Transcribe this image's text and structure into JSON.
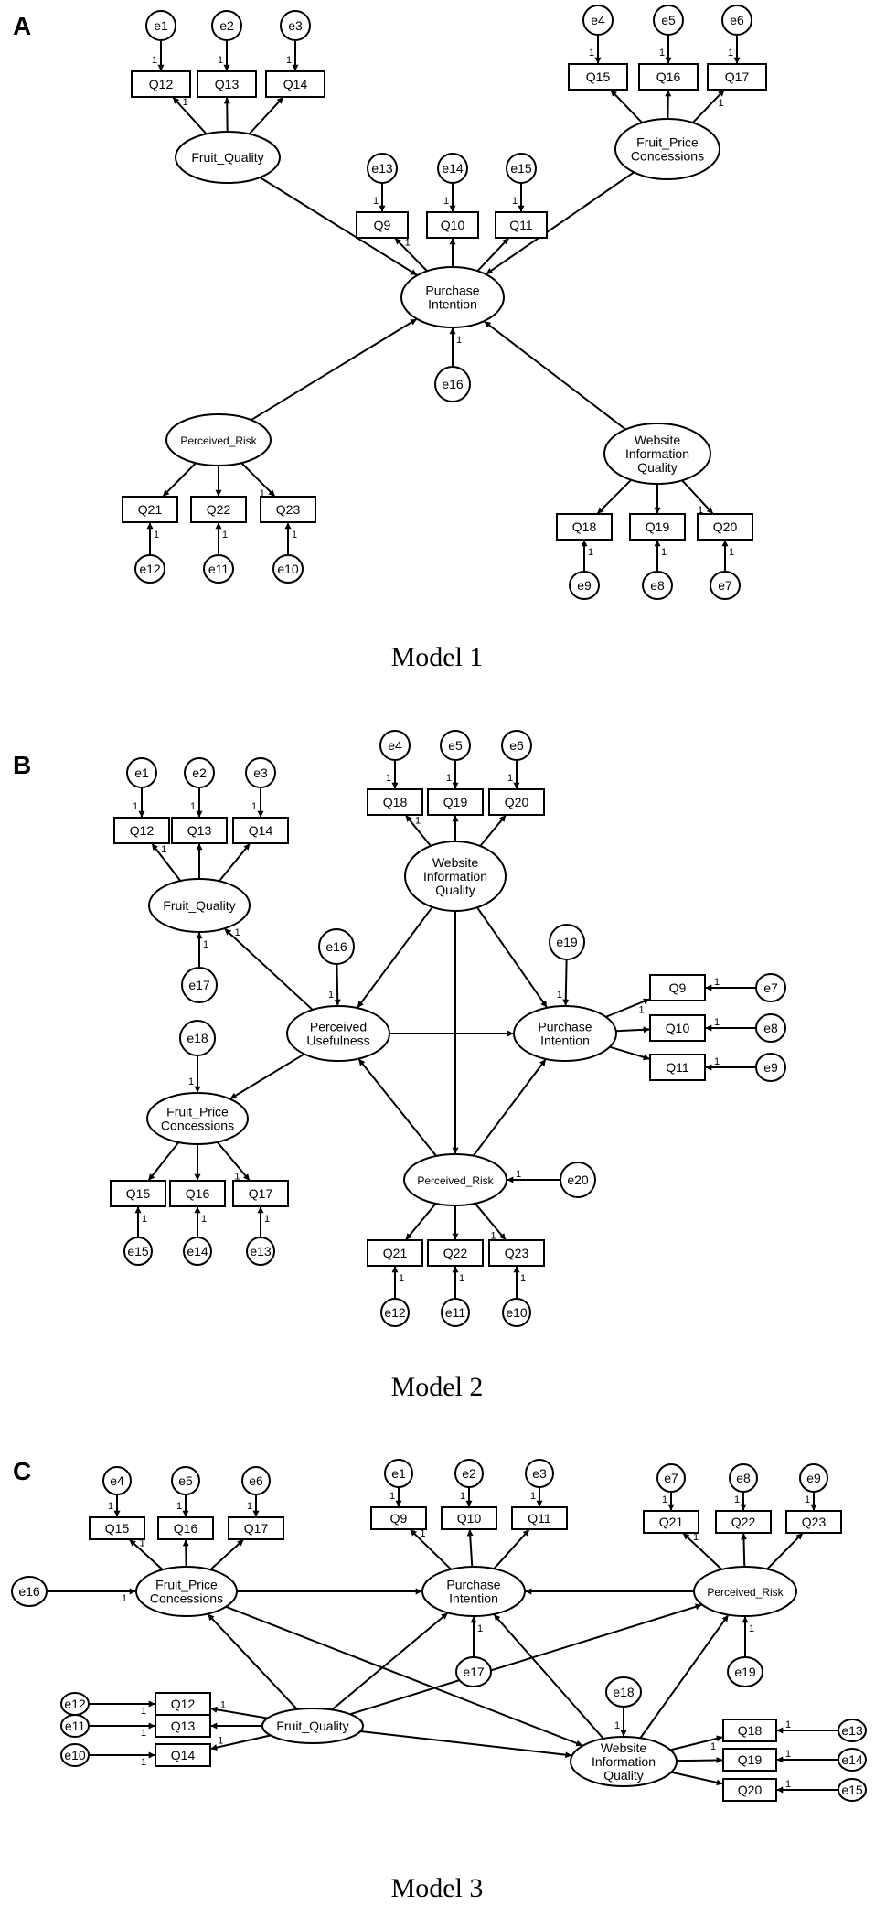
{
  "panels": [
    {
      "id": "A",
      "label": "A",
      "caption": "Model 1",
      "nodes": {
        "e1": "e1",
        "e2": "e2",
        "e3": "e3",
        "e4": "e4",
        "e5": "e5",
        "e6": "e6",
        "e13": "e13",
        "e14": "e14",
        "e15": "e15",
        "e16": "e16",
        "e12": "e12",
        "e11": "e11",
        "e10": "e10",
        "e9": "e9",
        "e8": "e8",
        "e7": "e7",
        "Q12": "Q12",
        "Q13": "Q13",
        "Q14": "Q14",
        "Q15": "Q15",
        "Q16": "Q16",
        "Q17": "Q17",
        "Q9": "Q9",
        "Q10": "Q10",
        "Q11": "Q11",
        "Q21": "Q21",
        "Q22": "Q22",
        "Q23": "Q23",
        "Q18": "Q18",
        "Q19": "Q19",
        "Q20": "Q20",
        "FQ": "Fruit_Quality",
        "FPC": "Fruit_Price Concessions",
        "PI": "Purchase Intention",
        "PR": "Perceived_Risk",
        "WIQ": "Website Information Quality"
      }
    },
    {
      "id": "B",
      "label": "B",
      "caption": "Model 2",
      "nodes": {
        "e1": "e1",
        "e2": "e2",
        "e3": "e3",
        "e4": "e4",
        "e5": "e5",
        "e6": "e6",
        "e7": "e7",
        "e8": "e8",
        "e9": "e9",
        "e10": "e10",
        "e11": "e11",
        "e12": "e12",
        "e13": "e13",
        "e14": "e14",
        "e15": "e15",
        "e16": "e16",
        "e17": "e17",
        "e18": "e18",
        "e19": "e19",
        "e20": "e20",
        "Q12": "Q12",
        "Q13": "Q13",
        "Q14": "Q14",
        "Q18": "Q18",
        "Q19": "Q19",
        "Q20": "Q20",
        "Q9": "Q9",
        "Q10": "Q10",
        "Q11": "Q11",
        "Q15": "Q15",
        "Q16": "Q16",
        "Q17": "Q17",
        "Q21": "Q21",
        "Q22": "Q22",
        "Q23": "Q23",
        "FQ": "Fruit_Quality",
        "WIQ": "Website Information Quality",
        "PU": "Perceived Usefulness",
        "PI": "Purchase Intention",
        "FPC": "Fruit_Price Concessions",
        "PR": "Perceived_Risk"
      }
    },
    {
      "id": "C",
      "label": "C",
      "caption": "Model 3",
      "nodes": {
        "e1": "e1",
        "e2": "e2",
        "e3": "e3",
        "e4": "e4",
        "e5": "e5",
        "e6": "e6",
        "e7": "e7",
        "e8": "e8",
        "e9": "e9",
        "e10": "e10",
        "e11": "e11",
        "e12": "e12",
        "e13": "e13",
        "e14": "e14",
        "e15": "e15",
        "e16": "e16",
        "e17": "e17",
        "e18": "e18",
        "e19": "e19",
        "Q15": "Q15",
        "Q16": "Q16",
        "Q17": "Q17",
        "Q9": "Q9",
        "Q10": "Q10",
        "Q11": "Q11",
        "Q21": "Q21",
        "Q22": "Q22",
        "Q23": "Q23",
        "Q12": "Q12",
        "Q13": "Q13",
        "Q14": "Q14",
        "Q18": "Q18",
        "Q19": "Q19",
        "Q20": "Q20",
        "FPC": "Fruit_Price Concessions",
        "PI": "Purchase Intention",
        "PR": "Perceived_Risk",
        "FQ": "Fruit_Quality",
        "WIQ": "Website Information Quality"
      }
    }
  ],
  "path_weight": "1"
}
